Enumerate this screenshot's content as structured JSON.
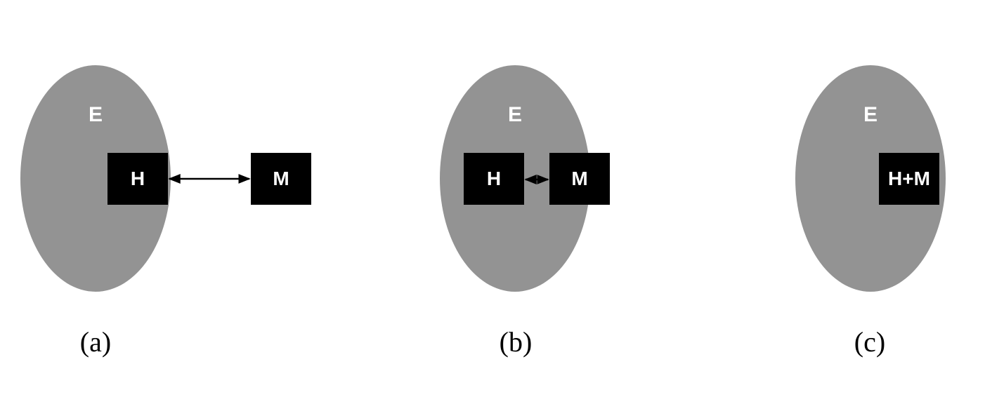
{
  "panels": [
    {
      "ellipse_label": "E",
      "box_h": "H",
      "box_m": "M",
      "caption": "(a)"
    },
    {
      "ellipse_label": "E",
      "box_h": "H",
      "box_m": "M",
      "caption": "(b)"
    },
    {
      "ellipse_label": "E",
      "box_hm": "H+M",
      "caption": "(c)"
    }
  ],
  "colors": {
    "ellipse": "#939393",
    "box": "#000000",
    "box_text": "#ffffff",
    "arrow": "#000000"
  }
}
